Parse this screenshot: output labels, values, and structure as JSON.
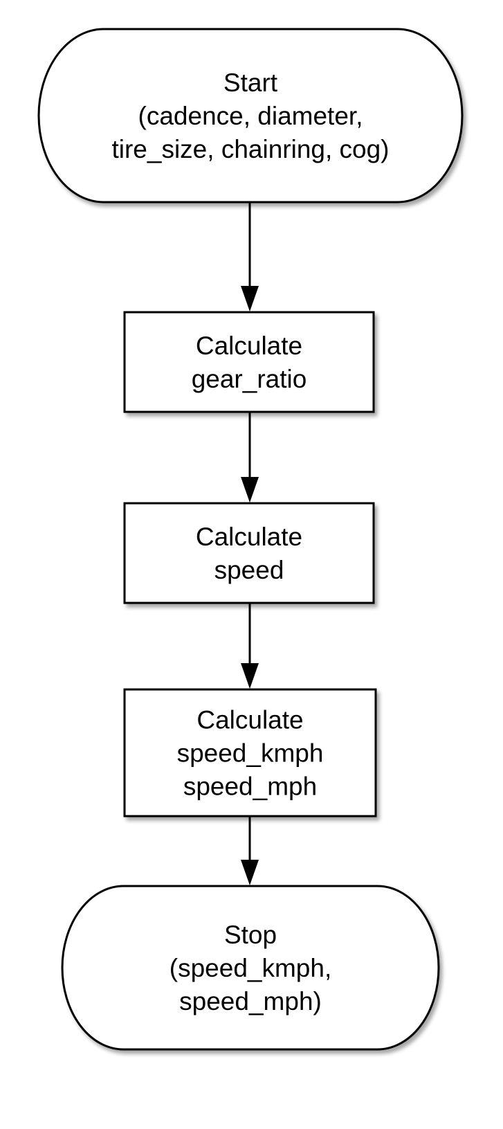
{
  "flowchart": {
    "nodes": [
      {
        "id": "start",
        "shape": "terminator",
        "lines": [
          "Start",
          "(cadence, diameter,",
          "tire_size, chainring, cog)"
        ]
      },
      {
        "id": "calc_gear_ratio",
        "shape": "process",
        "lines": [
          "Calculate",
          "gear_ratio"
        ]
      },
      {
        "id": "calc_speed",
        "shape": "process",
        "lines": [
          "Calculate",
          "speed"
        ]
      },
      {
        "id": "calc_speed_units",
        "shape": "process",
        "lines": [
          "Calculate",
          "speed_kmph",
          "speed_mph"
        ]
      },
      {
        "id": "stop",
        "shape": "terminator",
        "lines": [
          "Stop",
          "(speed_kmph,",
          "speed_mph)"
        ]
      }
    ],
    "edges": [
      {
        "from": "start",
        "to": "calc_gear_ratio"
      },
      {
        "from": "calc_gear_ratio",
        "to": "calc_speed"
      },
      {
        "from": "calc_speed",
        "to": "calc_speed_units"
      },
      {
        "from": "calc_speed_units",
        "to": "stop"
      }
    ],
    "colors": {
      "stroke": "#000000",
      "fill": "#ffffff",
      "shadow": "#b8b8b8",
      "text": "#000000"
    }
  }
}
